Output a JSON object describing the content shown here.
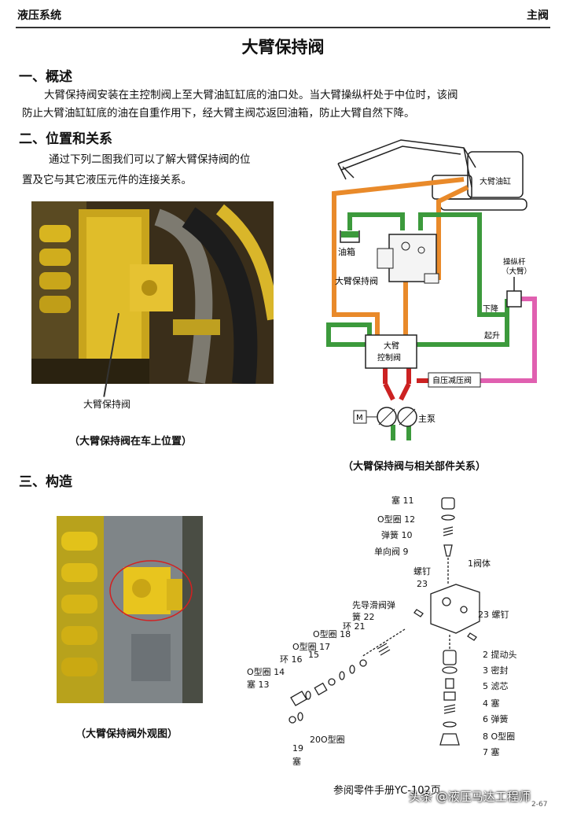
{
  "header": {
    "left": "液压系统",
    "right": "主阀"
  },
  "title": "大臂保持阀",
  "section1": {
    "heading": "一、概述",
    "line1": "大臂保持阀安装在主控制阀上至大臂油缸缸底的油口处。当大臂操纵杆处于中位时，该阀",
    "line2": "防止大臂油缸缸底的油在自重作用下，经大臂主阀芯返回油箱，防止大臂自然下降。"
  },
  "section2": {
    "heading": "二、位置和关系",
    "line1": "通过下列二图我们可以了解大臂保持阀的位",
    "line2": "置及它与其它液压元件的连接关系。",
    "photo_label": "大臂保持阀",
    "photo_caption": "（大臂保持阀在车上位置）",
    "diagram_caption": "（大臂保持阀与相关部件关系）"
  },
  "diagram": {
    "cylinder": "大臂油缸",
    "tank": "油箱",
    "holding_valve": "大臂保持阀",
    "lever": "操纵杆",
    "lever_sub": "（大臂）",
    "lower": "下降",
    "raise": "起升",
    "control_valve_1": "大臂",
    "control_valve_2": "控制阀",
    "reducing_valve": "自压减压阀",
    "main_pump": "主泵",
    "motor": "M"
  },
  "section3": {
    "heading": "三、构造",
    "photo_caption": "（大臂保持阀外观图）"
  },
  "parts": [
    {
      "num": "11",
      "name": "塞"
    },
    {
      "num": "12",
      "name": "O型圈"
    },
    {
      "num": "10",
      "name": "弹簧"
    },
    {
      "num": "9",
      "name": "单向阀"
    },
    {
      "num": "1",
      "name": "阀体"
    },
    {
      "num": "23",
      "name": "螺钉"
    },
    {
      "num": "2",
      "name": "提动头"
    },
    {
      "num": "3",
      "name": "密封"
    },
    {
      "num": "5",
      "name": "滤芯"
    },
    {
      "num": "4",
      "name": "塞"
    },
    {
      "num": "6",
      "name": "弹簧"
    },
    {
      "num": "8",
      "name": "O型圈"
    },
    {
      "num": "7",
      "name": "塞"
    },
    {
      "num": "22",
      "name": "先导滑阀弹簧"
    },
    {
      "num": "21",
      "name": "环"
    },
    {
      "num": "18",
      "name": "O型圈"
    },
    {
      "num": "17",
      "name": "O型圈"
    },
    {
      "num": "16",
      "name": "环"
    },
    {
      "num": "15",
      "name": ""
    },
    {
      "num": "14",
      "name": "O型圈"
    },
    {
      "num": "13",
      "name": "塞"
    },
    {
      "num": "19",
      "name": "塞"
    },
    {
      "num": "20",
      "name": "O型圈"
    }
  ],
  "footer": {
    "reference": "参阅零件手册YC-102页",
    "watermark": "头条 @液压马达工程师",
    "page": "2-67"
  },
  "colors": {
    "orange": "#e98a2a",
    "green": "#3c9a3c",
    "red": "#cc2222",
    "pink": "#e060b0",
    "yellow": "#e2c21a"
  }
}
